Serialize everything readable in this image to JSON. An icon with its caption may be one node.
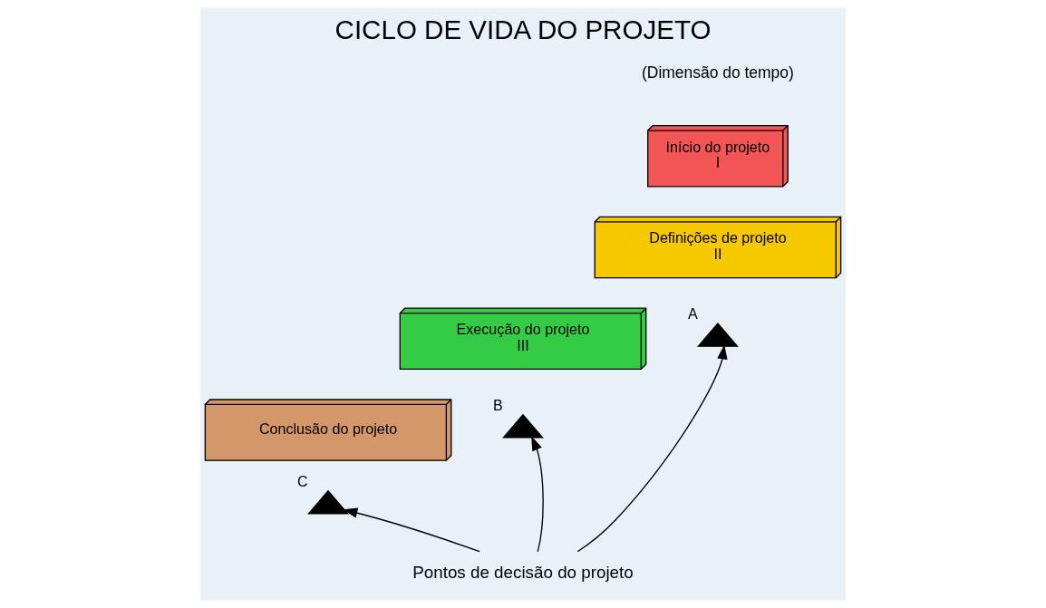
{
  "diagram": {
    "title": "CICLO DE VIDA DO PROJETO",
    "nodes": [
      {
        "text": [
          "Início do projeto",
          "I"
        ]
      },
      {
        "text": [
          "Definições de projeto",
          "II"
        ]
      },
      {
        "text": [
          "Execução do projeto",
          "III"
        ]
      },
      {
        "text": [
          "Conclusão do projeto"
        ]
      },
      {
        "text": [],
        "shape": "triangle",
        "beside": [
          "A"
        ]
      },
      {
        "text": [],
        "shape": "triangle",
        "beside": [
          "B"
        ]
      },
      {
        "text": [],
        "shape": "triangle",
        "beside": [
          "C"
        ]
      },
      {
        "text": [
          "Pontos de decisão do projeto"
        ]
      }
    ],
    "edges": [
      {
        "from": 7,
        "to": 4,
        "arrow": "to"
      },
      {
        "from": 7,
        "to": 5,
        "arrow": "to"
      },
      {
        "from": 7,
        "to": 6,
        "arrow": "to"
      }
    ],
    "labels": [
      "(Dimensão do tempo)"
    ]
  }
}
